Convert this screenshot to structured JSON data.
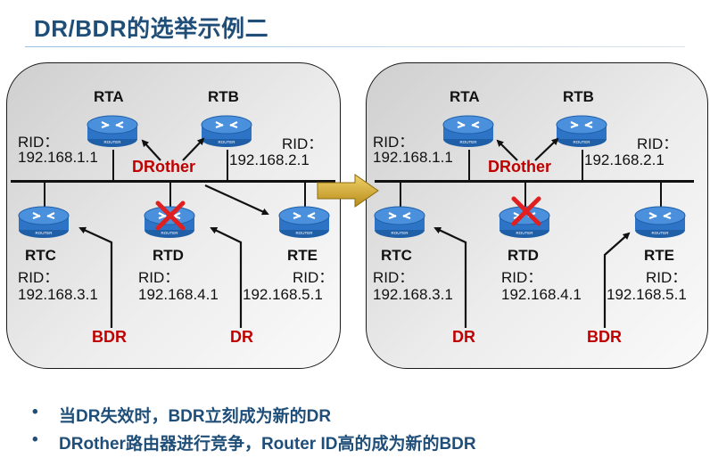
{
  "title": "DR/BDR的选举示例二",
  "left": {
    "rta": {
      "name": "RTA"
    },
    "rtb": {
      "name": "RTB"
    },
    "rtc": {
      "name": "RTC"
    },
    "rtd": {
      "name": "RTD"
    },
    "rte": {
      "name": "RTE"
    },
    "rid_a": {
      "label": "RID：",
      "value": "192.168.1.1"
    },
    "rid_b": {
      "label": "RID：",
      "value": "192.168.2.1"
    },
    "rid_c": {
      "label": "RID：",
      "value": "192.168.3.1"
    },
    "rid_d": {
      "label": "RID：",
      "value": "192.168.4.1"
    },
    "rid_e": {
      "label": "RID：",
      "value": "192.168.5.1"
    },
    "role_drother": "DRother",
    "role_bdr": "BDR",
    "role_dr": "DR"
  },
  "right": {
    "rta": {
      "name": "RTA"
    },
    "rtb": {
      "name": "RTB"
    },
    "rtc": {
      "name": "RTC"
    },
    "rtd": {
      "name": "RTD"
    },
    "rte": {
      "name": "RTE"
    },
    "rid_a": {
      "label": "RID：",
      "value": "192.168.1.1"
    },
    "rid_b": {
      "label": "RID：",
      "value": "192.168.2.1"
    },
    "rid_c": {
      "label": "RID：",
      "value": "192.168.3.1"
    },
    "rid_d": {
      "label": "RID：",
      "value": "192.168.4.1"
    },
    "rid_e": {
      "label": "RID：",
      "value": "192.168.5.1"
    },
    "role_drother": "DRother",
    "role_dr": "DR",
    "role_bdr": "BDR"
  },
  "router_text": "ROUTER",
  "bullets": [
    "当DR失效时，BDR立刻成为新的DR",
    "DRother路由器进行竞争，Router ID高的成为新的BDR"
  ],
  "bullet_mark": "•",
  "colors": {
    "title": "#1f4e79",
    "router_blue": "#2e74c6",
    "role_red": "#c00000",
    "fail_x": "#e02020",
    "transition_arrow": "#c9a227"
  }
}
